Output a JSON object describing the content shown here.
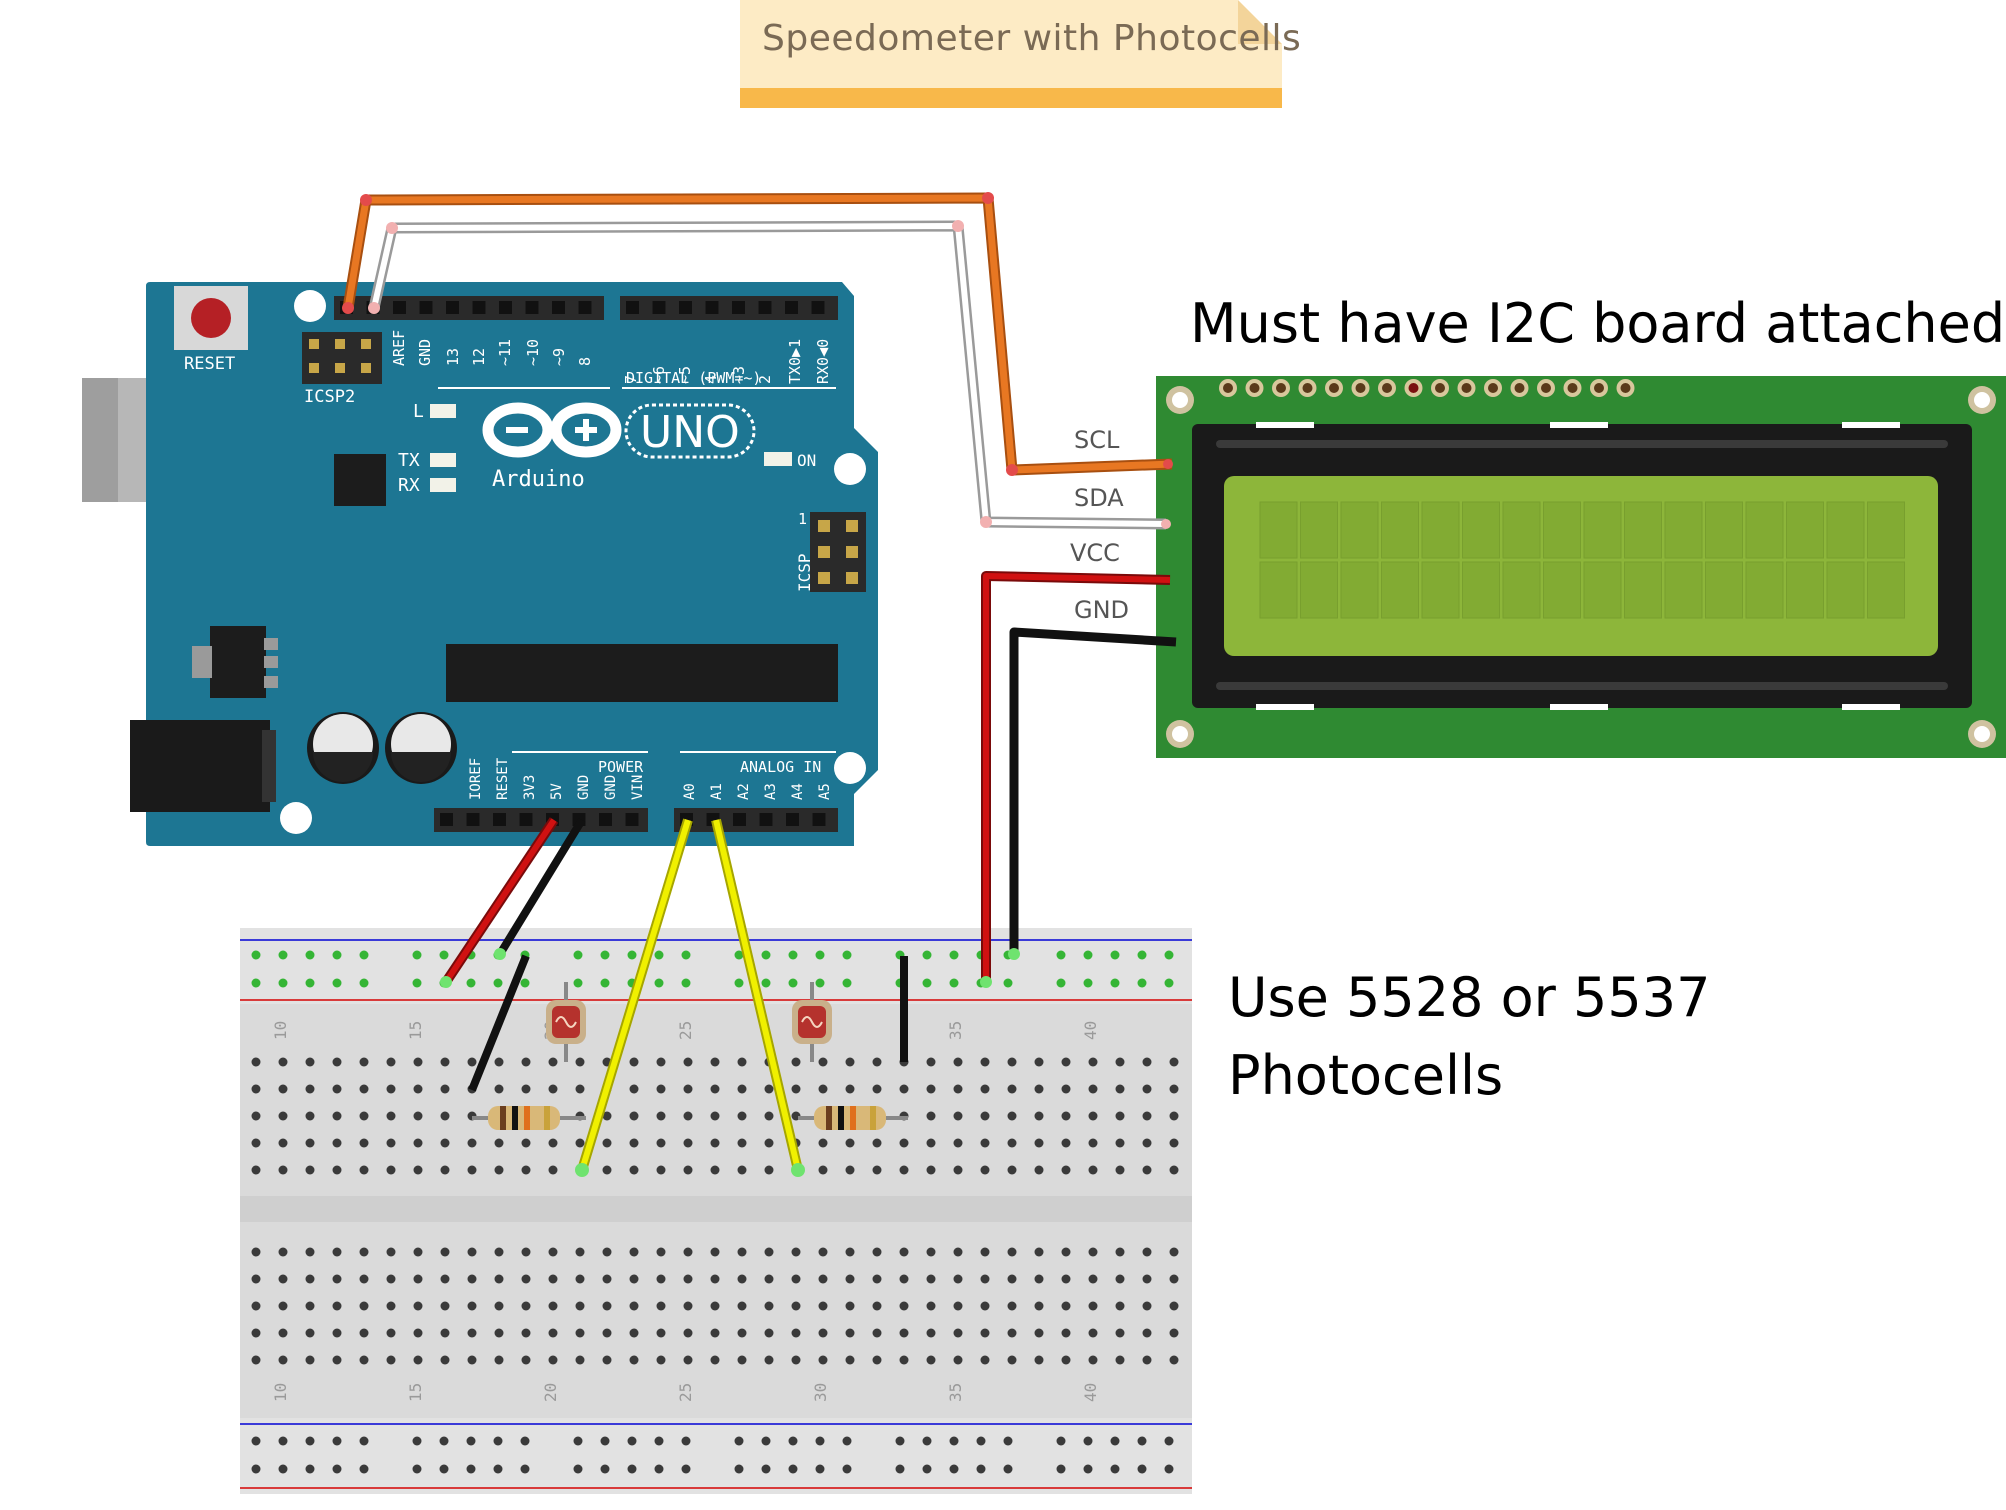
{
  "title_note": {
    "text": "Speedometer with Photocells"
  },
  "annotations": {
    "i2c_note": "Must have I2C board attached",
    "photocell_note_line1": "Use 5528 or 5537",
    "photocell_note_line2": "Photocells"
  },
  "arduino": {
    "reset_label": "RESET",
    "icsp2_label": "ICSP2",
    "icsp_label": "ICSP",
    "icsp_pin1": "1",
    "digital_label": "DIGITAL (PWM=~)",
    "power_label": "POWER",
    "analog_label": "ANALOG IN",
    "uno_label": "UNO",
    "brand_label": "Arduino",
    "led_l": "L",
    "led_tx": "TX",
    "led_rx": "RX",
    "led_on": "ON",
    "digital_pins": [
      "AREF",
      "GND",
      "13",
      "12",
      "~11",
      "~10",
      "~9",
      "8",
      "7",
      "~6",
      "~5",
      "4",
      "~3",
      "2",
      "TX0▶1",
      "RX0◀0"
    ],
    "power_pins": [
      "IOREF",
      "RESET",
      "3V3",
      "5V",
      "GND",
      "GND",
      "VIN"
    ],
    "analog_pins": [
      "A0",
      "A1",
      "A2",
      "A3",
      "A4",
      "A5"
    ]
  },
  "lcd": {
    "pins": [
      "SCL",
      "SDA",
      "VCC",
      "GND"
    ]
  },
  "breadboard": {
    "column_numbers": [
      "10",
      "15",
      "20",
      "25",
      "30",
      "35",
      "40"
    ]
  },
  "colors": {
    "arduino_board": "#1d7693",
    "lcd_pcb": "#2f8a32",
    "lcd_screen": "#8db63a",
    "wire_scl": "#e87722",
    "wire_sda": "#ffffff",
    "wire_vcc": "#d01111",
    "wire_gnd": "#111111",
    "wire_signal": "#f0f000",
    "note_bg": "#fdebc5",
    "note_band": "#f8b84a"
  }
}
